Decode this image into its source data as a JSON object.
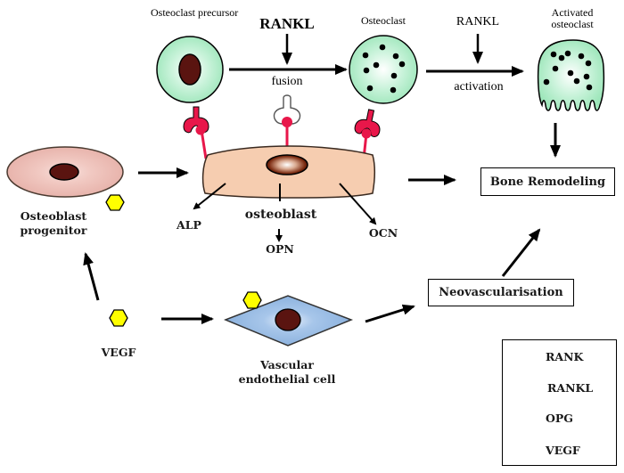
{
  "diagram": {
    "cells": {
      "osteoclast_precursor": "Osteoclast precursor",
      "osteoclast": "Osteoclast",
      "activated_osteoclast": "Activated osteoclast",
      "osteoblast_progenitor": "Osteoblast progenitor",
      "osteoblast": "osteoblast",
      "vascular_endothelial_cell": "Vascular endothelial cell"
    },
    "signals": {
      "rankl_fusion": "RANKL",
      "rankl_activation": "RANKL",
      "vegf": "VEGF"
    },
    "processes": {
      "fusion": "fusion",
      "activation": "activation"
    },
    "markers": {
      "alp": "ALP",
      "opn": "OPN",
      "ocn": "OCN"
    },
    "outcomes": {
      "bone_remodeling": "Bone Remodeling",
      "neovascularisation": "Neovascularisation"
    },
    "legend": [
      {
        "icon": "rank-receptor-icon",
        "label": "RANK"
      },
      {
        "icon": "rankl-ligand-icon",
        "label": "RANKL"
      },
      {
        "icon": "opg-icon",
        "label": "OPG"
      },
      {
        "icon": "vegf-hexagon-icon",
        "label": "VEGF"
      }
    ],
    "colors": {
      "osteoclast_fill": "#a8ecc4",
      "rank_red": "#e8174a",
      "osteoblast_fill": "#f6cdb0",
      "progenitor_fill": "#ecb8b0",
      "endothelial_fill": "#8fb4e0",
      "nucleus": "#5a1410",
      "vegf_yellow": "#ffff00"
    }
  }
}
